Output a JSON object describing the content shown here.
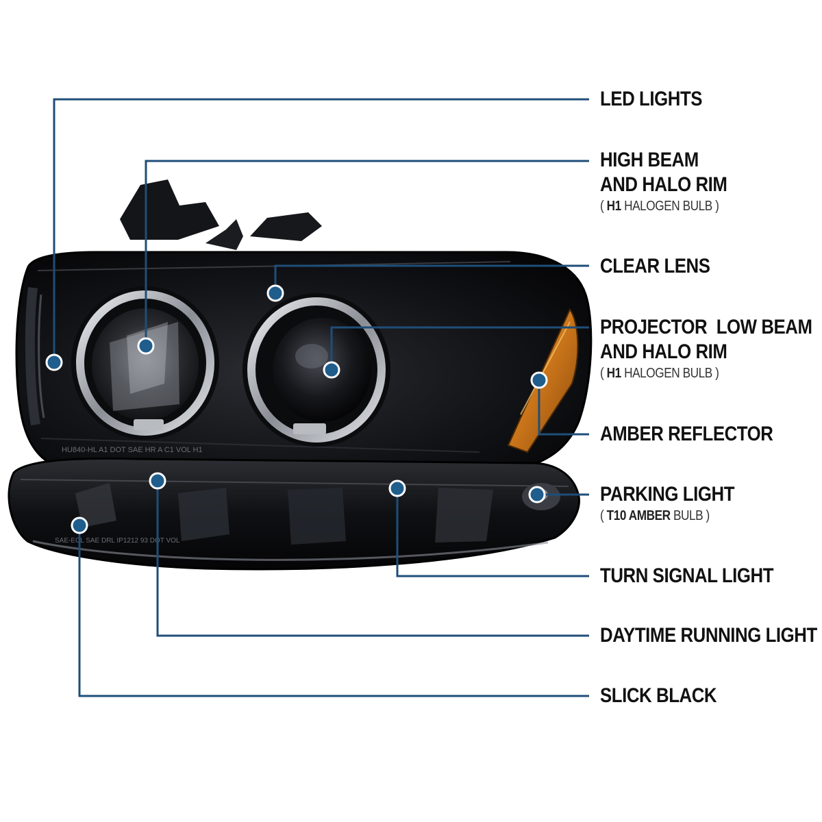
{
  "colors": {
    "leader_line": "#1f4e79",
    "dot_fill": "#1f5d8c",
    "dot_ring": "#ffffff",
    "housing": "#0c0d10",
    "chrome": "#b9bcc2",
    "amber": "#d9861a"
  },
  "callouts": [
    {
      "id": "led-lights",
      "lines": [
        "LED LIGHTS"
      ]
    },
    {
      "id": "high-beam",
      "lines": [
        "HIGH BEAM",
        "AND HALO RIM"
      ],
      "sub": {
        "open": "( ",
        "bulb": "H1",
        "rest": " HALOGEN BULB )"
      }
    },
    {
      "id": "clear-lens",
      "lines": [
        "CLEAR LENS"
      ]
    },
    {
      "id": "projector-low-beam",
      "lines": [
        "PROJECTOR  LOW BEAM",
        "AND HALO RIM"
      ],
      "sub": {
        "open": "( ",
        "bulb": "H1",
        "rest": " HALOGEN BULB )"
      }
    },
    {
      "id": "amber-reflector",
      "lines": [
        "AMBER REFLECTOR"
      ]
    },
    {
      "id": "parking-light",
      "lines": [
        "PARKING LIGHT"
      ],
      "sub": {
        "open": "( ",
        "bulb": "T10 AMBER",
        "rest": " BULB )"
      }
    },
    {
      "id": "turn-signal",
      "lines": [
        "TURN SIGNAL LIGHT"
      ]
    },
    {
      "id": "daytime-running",
      "lines": [
        "DAYTIME RUNNING LIGHT"
      ]
    },
    {
      "id": "slick-black",
      "lines": [
        "SLICK BLACK"
      ]
    }
  ],
  "lens_markings": {
    "headlight": "HU840-HL  A1 DOT SAE HR A C1 VOL H1",
    "bumper": "SAE-ECL SAE DRL IP1212 93 DOT VOL"
  }
}
